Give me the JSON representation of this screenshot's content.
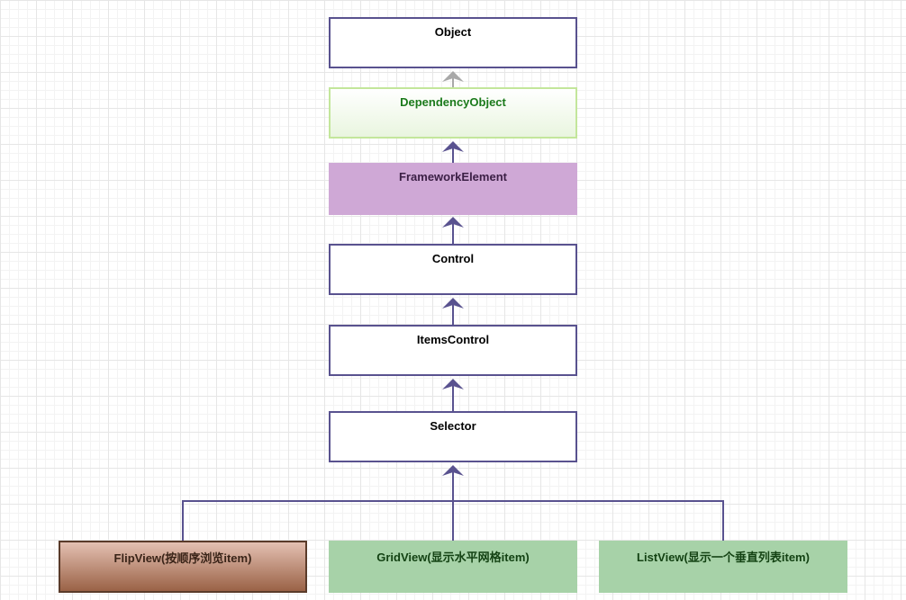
{
  "nodes": {
    "object": "Object",
    "dependency_object": "DependencyObject",
    "framework_element": "FrameworkElement",
    "control": "Control",
    "items_control": "ItemsControl",
    "selector": "Selector",
    "flip_view": "FlipView(按顺序浏览item)",
    "grid_view": "GridView(显示水平网格item)",
    "list_view": "ListView(显示一个垂直列表item)"
  },
  "colors": {
    "connector": "#59528f",
    "connector_faded": "#a8a8a8",
    "node_border": "#59528f",
    "dependency_border": "#c3e69b",
    "framework_fill": "#cfa8d6",
    "flip_fill": "#9a6246",
    "grid_list_fill": "#a7d2a8"
  }
}
